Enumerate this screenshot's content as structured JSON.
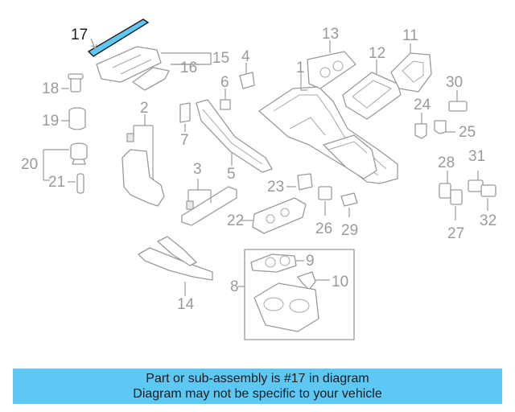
{
  "highlight_color": "#5ec8f5",
  "highlighted_part": "17",
  "callouts": [
    "1",
    "2",
    "3",
    "4",
    "5",
    "6",
    "7",
    "8",
    "9",
    "10",
    "11",
    "12",
    "13",
    "14",
    "15",
    "16",
    "17",
    "18",
    "19",
    "20",
    "21",
    "22",
    "23",
    "24",
    "25",
    "26",
    "27",
    "28",
    "29",
    "30",
    "31",
    "32"
  ],
  "banner": {
    "line1": "Part or sub-assembly is #17 in diagram",
    "line2": "Diagram may not be specific to your vehicle"
  }
}
